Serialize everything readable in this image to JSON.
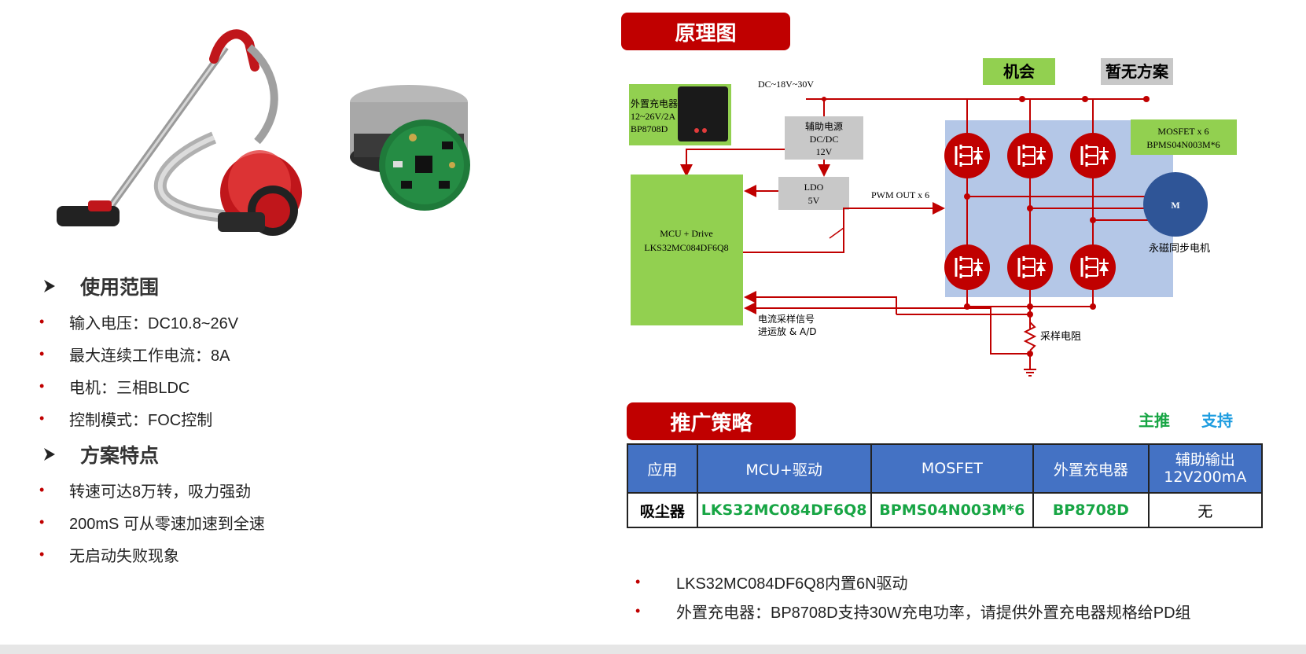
{
  "left": {
    "usage": {
      "title": "使用范围",
      "items": [
        "输入电压：DC10.8~26V",
        "最大连续工作电流：8A",
        "电机：三相BLDC",
        "控制模式：FOC控制"
      ]
    },
    "features": {
      "title": "方案特点",
      "items": [
        "转速可达8万转，吸力强劲",
        "200mS 可从零速加速到全速",
        "无启动失败现象"
      ]
    }
  },
  "schematic": {
    "title": "原理图",
    "charger": {
      "lines": [
        "外置充电器",
        "12~26V/2A",
        "BP8708D"
      ]
    },
    "dc_input": "DC~18V~30V",
    "aux_power": {
      "lines": [
        "辅助电源",
        "DC/DC",
        "12V"
      ]
    },
    "ldo": {
      "lines": [
        "LDO",
        "5V"
      ]
    },
    "mcu": {
      "lines": [
        "MCU + Drive",
        "LKS32MC084DF6Q8"
      ]
    },
    "pwm_label": "PWM OUT x 6",
    "current_label": [
      "电流采样信号",
      "进运放 & A/D"
    ],
    "sense_resistor": "采样电阻",
    "legend_opportunity": "机会",
    "legend_no_solution": "暂无方案",
    "mosfet_label": [
      "MOSFET x 6",
      "BPMS04N003M*6"
    ],
    "motor_letter": "M",
    "motor_label": "永磁同步电机",
    "colors": {
      "green": "#92d050",
      "gray": "#c8c8c8",
      "red": "#c00000",
      "blue_bg": "#b4c7e7",
      "motor": "#2f5597"
    }
  },
  "strategy": {
    "title": "推广策略",
    "legend_main": "主推",
    "legend_support": "支持",
    "headers": [
      "应用",
      "MCU+驱动",
      "MOSFET",
      "外置充电器",
      "辅助输出\n12V200mA"
    ],
    "row": [
      "吸尘器",
      "LKS32MC084DF6Q8",
      "BPMS04N003M*6",
      "BP8708D",
      "无"
    ],
    "notes": [
      "LKS32MC084DF6Q8内置6N驱动",
      "外置充电器：BP8708D支持30W充电功率，请提供外置充电器规格给PD组"
    ]
  }
}
